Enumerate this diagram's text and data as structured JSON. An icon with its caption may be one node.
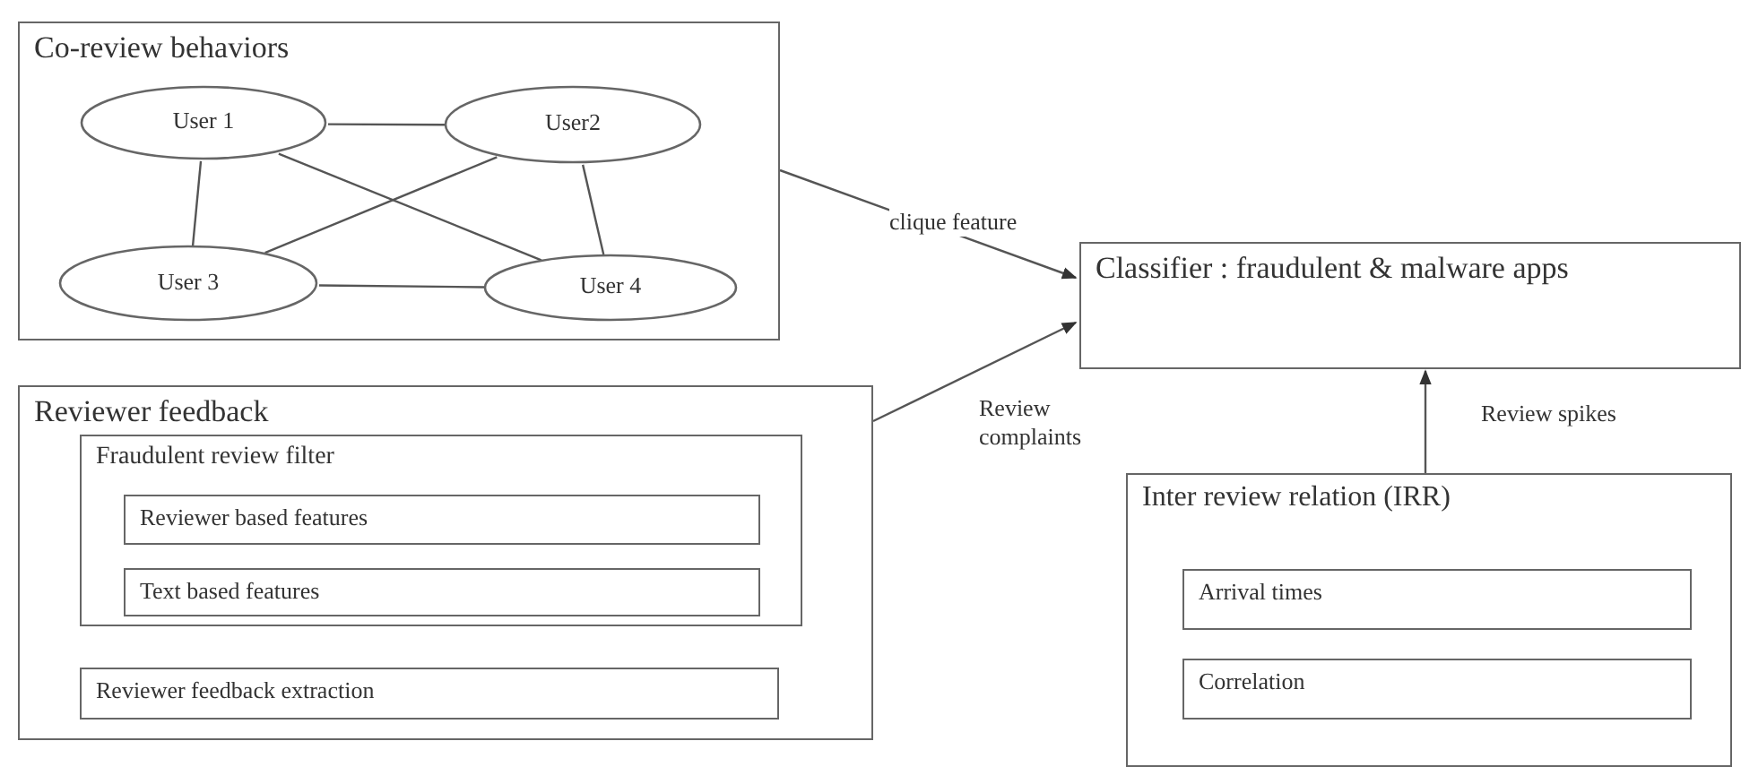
{
  "diagram": {
    "nodes": [
      {
        "text": [
          "Co-review behaviors"
        ]
      },
      {
        "text": [
          "User 1"
        ],
        "in": 0
      },
      {
        "text": [
          "User2"
        ],
        "in": 0
      },
      {
        "text": [
          "User 3"
        ],
        "in": 0
      },
      {
        "text": [
          "User 4"
        ],
        "in": 0
      },
      {
        "text": [
          "Reviewer feedback"
        ]
      },
      {
        "text": [
          "Fraudulent review filter"
        ],
        "in": 5
      },
      {
        "text": [
          "Reviewer based features"
        ],
        "in": 6
      },
      {
        "text": [
          "Text based features"
        ],
        "in": 6
      },
      {
        "text": [
          "Reviewer feedback extraction"
        ],
        "in": 5
      },
      {
        "text": [
          "Classifier : fraudulent & malware apps"
        ]
      },
      {
        "text": [
          "Inter review relation (IRR)"
        ]
      },
      {
        "text": [
          "Arrival times"
        ],
        "in": 11
      },
      {
        "text": [
          "Correlation"
        ],
        "in": 11
      }
    ],
    "edges": [
      {
        "from": 1,
        "to": 2,
        "arrow": "none"
      },
      {
        "from": 1,
        "to": 3,
        "arrow": "none"
      },
      {
        "from": 1,
        "to": 4,
        "arrow": "none"
      },
      {
        "from": 2,
        "to": 3,
        "arrow": "none"
      },
      {
        "from": 2,
        "to": 4,
        "arrow": "none"
      },
      {
        "from": 3,
        "to": 4,
        "arrow": "none"
      },
      {
        "from": 0,
        "to": 10,
        "label": "clique feature",
        "arrow": "to"
      },
      {
        "from": 5,
        "to": 10,
        "label": "Review complaints",
        "arrow": "to"
      },
      {
        "from": 11,
        "to": 10,
        "label": "Review spikes",
        "arrow": "to"
      }
    ]
  }
}
